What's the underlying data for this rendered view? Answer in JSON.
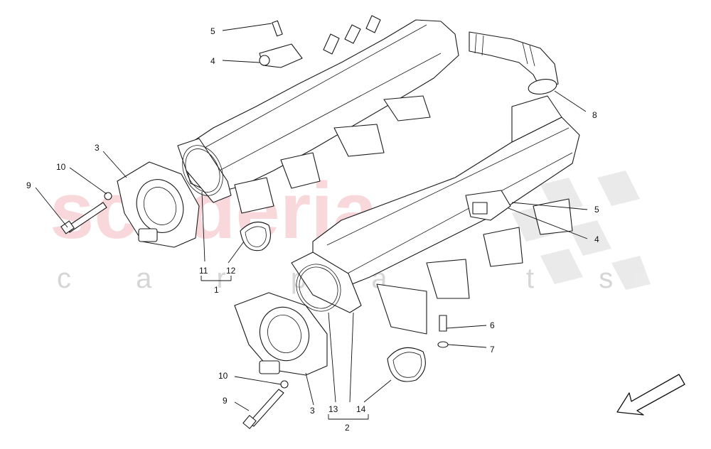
{
  "watermark": {
    "main": "scuderia",
    "sub": "c a r p a r t s",
    "color": "#f3b9bf"
  },
  "callouts": [
    {
      "id": "c5-top",
      "text": "5"
    },
    {
      "id": "c4-top",
      "text": "4"
    },
    {
      "id": "c3-left",
      "text": "3"
    },
    {
      "id": "c10-left",
      "text": "10"
    },
    {
      "id": "c9-left",
      "text": "9"
    },
    {
      "id": "c11",
      "text": "11"
    },
    {
      "id": "c12",
      "text": "12"
    },
    {
      "id": "c1",
      "text": "1"
    },
    {
      "id": "c8",
      "text": "8"
    },
    {
      "id": "c5-right",
      "text": "5"
    },
    {
      "id": "c4-right",
      "text": "4"
    },
    {
      "id": "c6",
      "text": "6"
    },
    {
      "id": "c7",
      "text": "7"
    },
    {
      "id": "c10-bottom",
      "text": "10"
    },
    {
      "id": "c9-bottom",
      "text": "9"
    },
    {
      "id": "c3-bottom",
      "text": "3"
    },
    {
      "id": "c13",
      "text": "13"
    },
    {
      "id": "c2",
      "text": "2"
    },
    {
      "id": "c14",
      "text": "14"
    }
  ],
  "icons": [
    "direction-arrow-icon",
    "checkered-flag-icon"
  ]
}
